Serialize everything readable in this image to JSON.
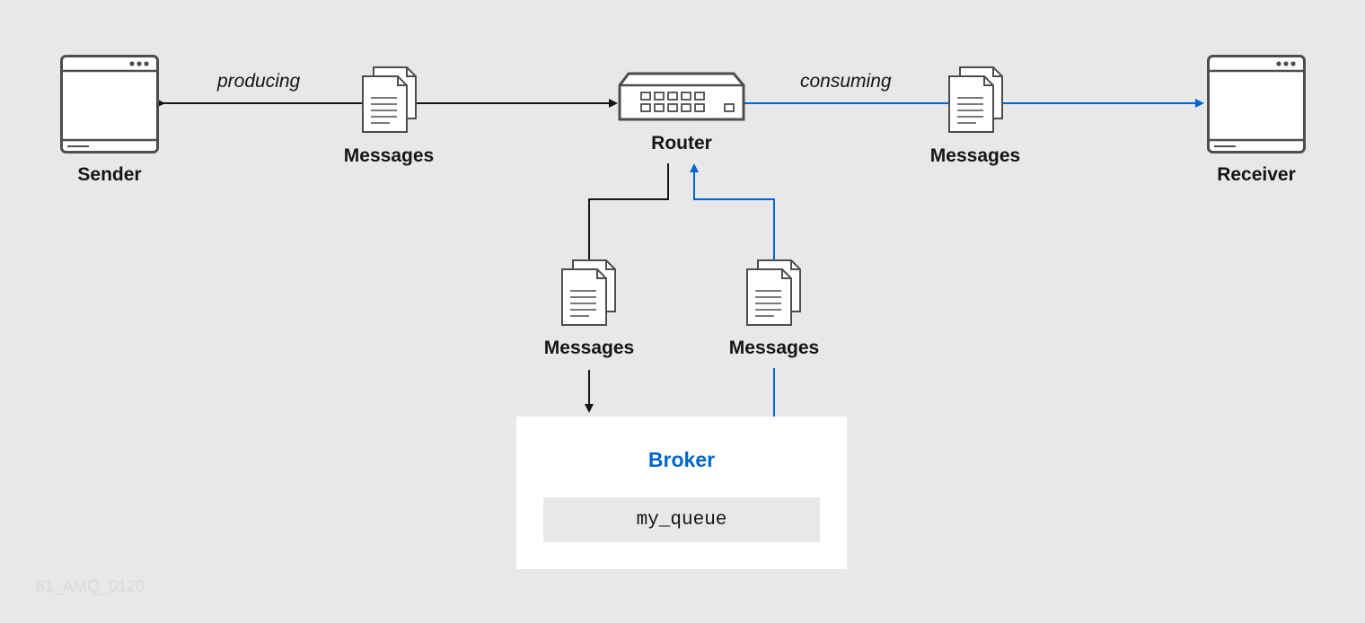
{
  "nodes": {
    "sender": "Sender",
    "router": "Router",
    "receiver": "Receiver",
    "broker": "Broker",
    "queue": "my_queue"
  },
  "messages_label": "Messages",
  "edge_labels": {
    "producing": "producing",
    "consuming": "consuming"
  },
  "figure_id": "61_AMQ_0120",
  "colors": {
    "background": "#e8e8e8",
    "black_line": "#151515",
    "blue_line": "#0066cc",
    "icon_stroke": "#4d4d4d",
    "broker_title": "#0066cc"
  },
  "icons": {
    "sender": "application-window-icon",
    "receiver": "application-window-icon",
    "router": "network-switch-icon",
    "messages": "documents-stack-icon"
  }
}
